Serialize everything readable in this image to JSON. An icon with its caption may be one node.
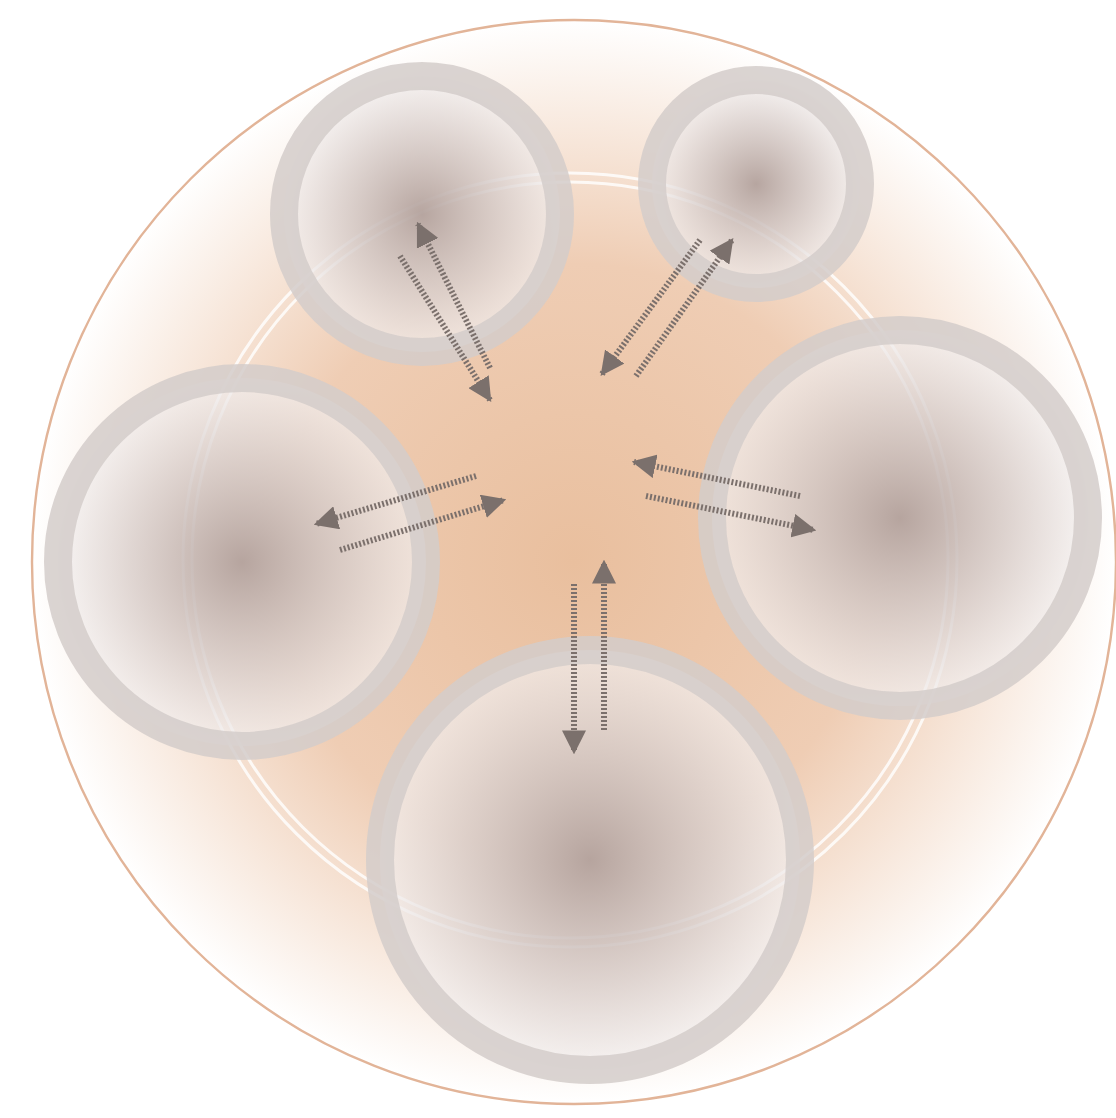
{
  "diagram": {
    "nodes": [
      {
        "text": [],
        "shape": "circle"
      },
      {
        "text": [],
        "shape": "circle",
        "in": 0
      },
      {
        "text": [],
        "shape": "circle",
        "in": 0
      },
      {
        "text": [],
        "shape": "circle",
        "in": 0
      },
      {
        "text": [],
        "shape": "circle",
        "in": 0
      },
      {
        "text": [],
        "shape": "circle",
        "in": 0
      },
      {
        "text": [],
        "shape": "circle",
        "in": 0
      }
    ],
    "edges": [
      {
        "from": 1,
        "to": 2,
        "arrow": "to"
      },
      {
        "from": 2,
        "to": 1,
        "arrow": "to"
      },
      {
        "from": 1,
        "to": 3,
        "arrow": "to"
      },
      {
        "from": 3,
        "to": 1,
        "arrow": "to"
      },
      {
        "from": 1,
        "to": 4,
        "arrow": "to"
      },
      {
        "from": 4,
        "to": 1,
        "arrow": "to"
      },
      {
        "from": 1,
        "to": 5,
        "arrow": "to"
      },
      {
        "from": 5,
        "to": 1,
        "arrow": "to"
      },
      {
        "from": 1,
        "to": 6,
        "arrow": "to"
      },
      {
        "from": 6,
        "to": 1,
        "arrow": "to"
      }
    ]
  }
}
